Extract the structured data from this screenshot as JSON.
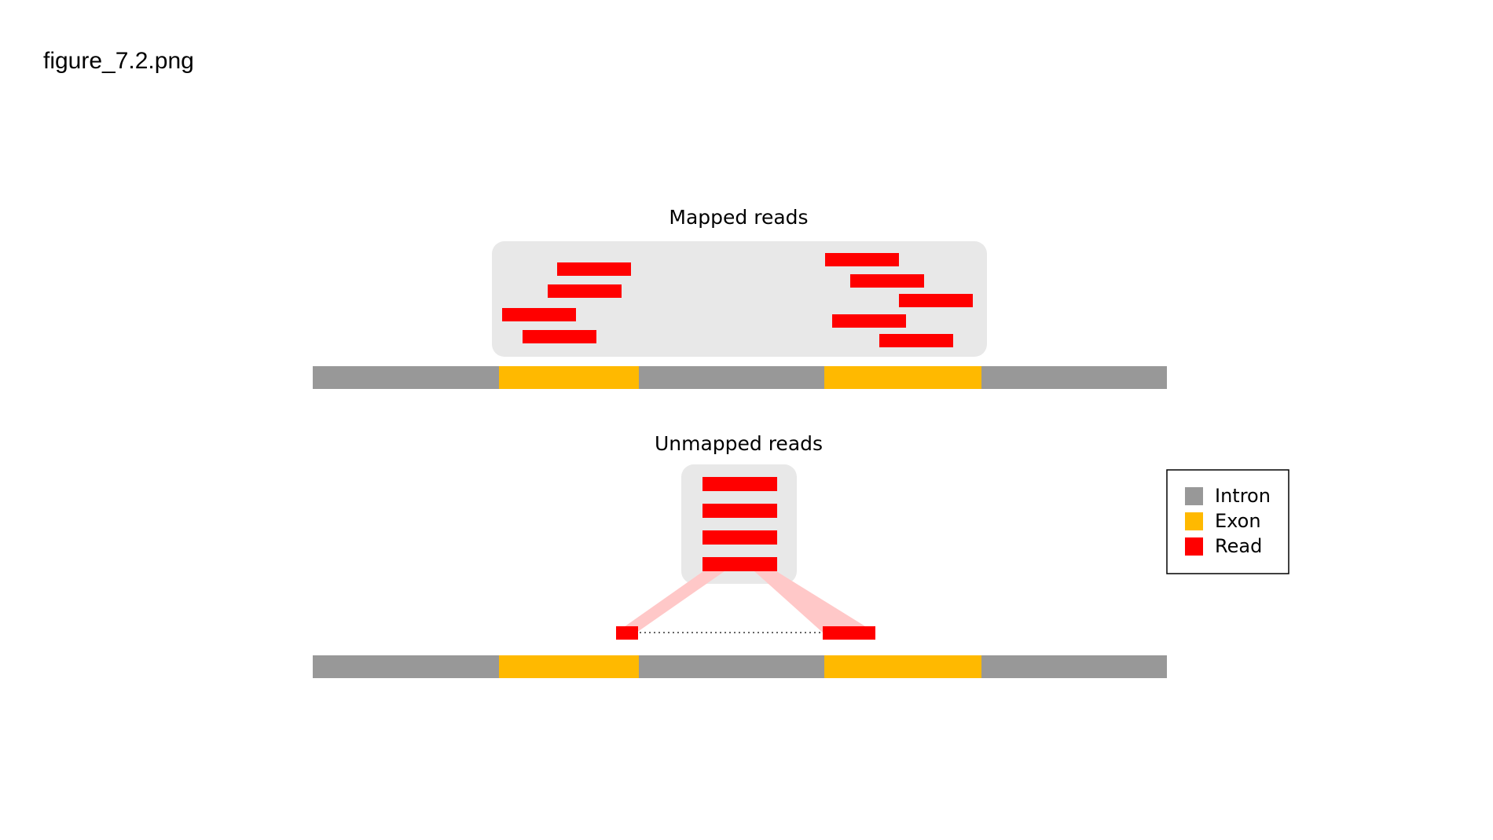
{
  "file_label": "figure_7.2.png",
  "panels": {
    "mapped": {
      "title": "Mapped reads"
    },
    "unmapped": {
      "title": "Unmapped reads"
    }
  },
  "legend": [
    {
      "label": "Intron",
      "color": "#989898"
    },
    {
      "label": "Exon",
      "color": "#ffb900"
    },
    {
      "label": "Read",
      "color": "#ff0000"
    }
  ],
  "colors": {
    "intron": "#989898",
    "exon": "#ffb900",
    "read": "#ff0000",
    "read_link": "#ffc8c8",
    "panel_background": "#e8e8e8",
    "legend_border": "#000000"
  }
}
